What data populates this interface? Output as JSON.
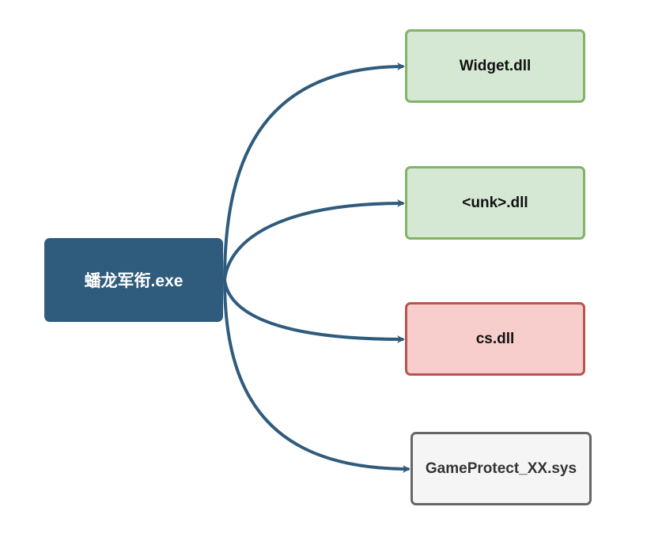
{
  "colors": {
    "edge": "#2f5b7c",
    "source_fill": "#2f5b7c",
    "source_text": "#ffffff",
    "green_fill": "#d5e8d4",
    "green_border": "#82b366",
    "red_fill": "#f8cecc",
    "red_border": "#b85450",
    "gray_fill": "#f5f5f5",
    "gray_border": "#666666"
  },
  "source": {
    "label": "蟠龙军衔.exe"
  },
  "targets": [
    {
      "label": "Widget.dll",
      "style": "green"
    },
    {
      "label": "<unk>.dll",
      "style": "green"
    },
    {
      "label": "cs.dll",
      "style": "red"
    },
    {
      "label": "GameProtect_XX.sys",
      "style": "gray"
    }
  ]
}
